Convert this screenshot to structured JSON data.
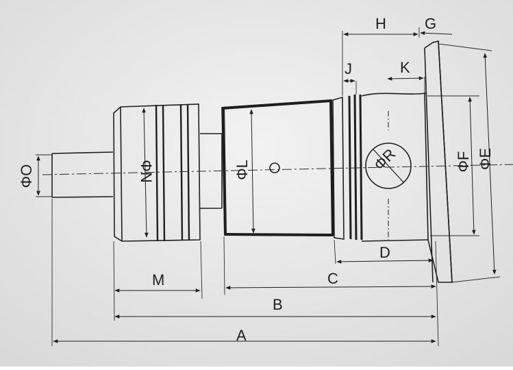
{
  "labels": {
    "A": "A",
    "B": "B",
    "C": "C",
    "D": "D",
    "E": "ΦE",
    "F": "ΦF",
    "G": "G",
    "H": "H",
    "J": "J",
    "K": "K",
    "L": "ΦL",
    "M": "M",
    "N": "ΦN",
    "O": "ΦO",
    "R": "ΦR"
  },
  "colors": {
    "paper": "#ececec",
    "ink": "#1e1e1e",
    "thin": "#2a2a2a"
  }
}
